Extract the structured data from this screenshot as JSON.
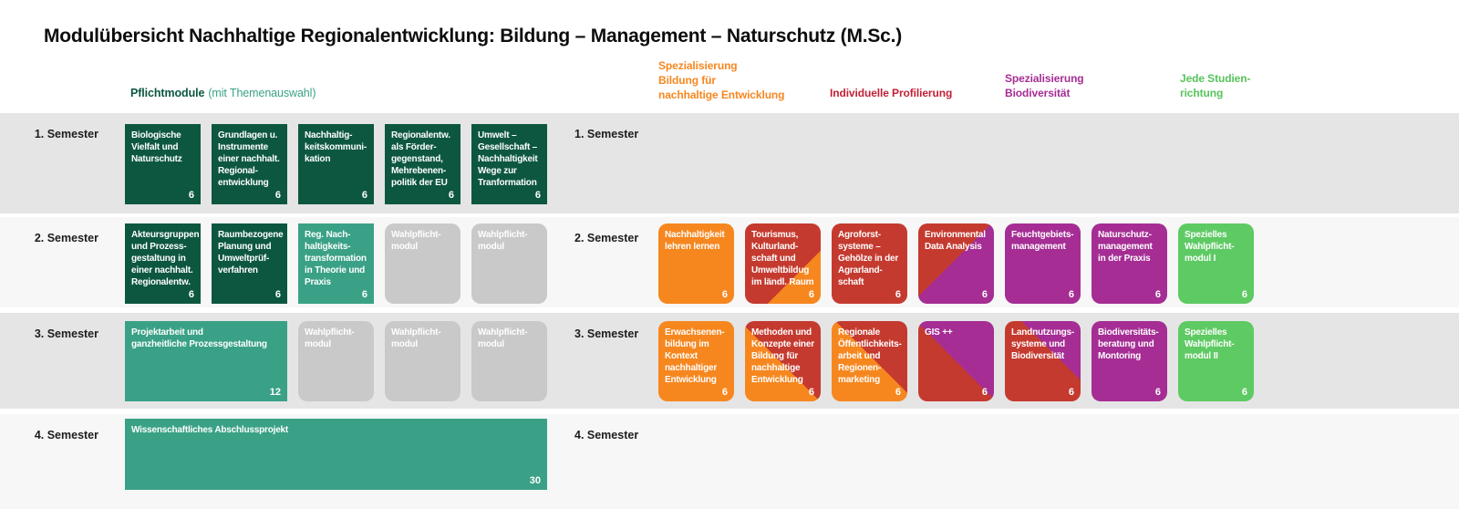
{
  "title": "Modulübersicht Nachhaltige Regionalentwicklung: Bildung – Management – Naturschutz (M.Sc.)",
  "colors": {
    "dark_green": "#0d5741",
    "teal": "#3aa186",
    "gray_module": "#c9c9c9",
    "orange": "#f6871f",
    "red": "#c53a2f",
    "purple": "#a52d94",
    "light_green": "#5eca63",
    "header_crimson": "#c22036",
    "band_gray": "#e5e5e5",
    "band_light": "#f7f7f7"
  },
  "headers": {
    "pflicht": {
      "main": "Pflichtmodule",
      "sub": "(mit Themenauswahl)"
    },
    "bne": {
      "text": "Spezialisierung\nBildung für\nnachhaltige Entwicklung"
    },
    "profil": {
      "text": "Individuelle Profilierung"
    },
    "biodiv": {
      "text": "Spezialisierung\nBiodiversität"
    },
    "jede": {
      "text": "Jede Studien-\nrichtung"
    }
  },
  "semesters": [
    {
      "label": "1. Semester",
      "label_right": "1. Semester",
      "left_modules": [
        {
          "title": "Biologische\nVielfalt und\nNaturschutz",
          "credits": "6",
          "style": "dark_green",
          "span": 1
        },
        {
          "title": "Grundlagen u.\nInstrumente\neiner nachhalt.\nRegional-\nentwicklung",
          "credits": "6",
          "style": "dark_green",
          "span": 1
        },
        {
          "title": "Nachhaltig-\nkeitskommuni-\nkation",
          "credits": "6",
          "style": "dark_green",
          "span": 1
        },
        {
          "title": "Regionalentw.\nals Förder-\ngegenstand,\nMehrebenen-\npolitik der EU",
          "credits": "6",
          "style": "dark_green",
          "span": 1
        },
        {
          "title": "Umwelt –\nGesellschaft –\nNachhaltigkeit\nWege zur\nTranformation",
          "credits": "6",
          "style": "dark_green",
          "span": 1
        }
      ],
      "right_modules": []
    },
    {
      "label": "2. Semester",
      "label_right": "2. Semester",
      "left_modules": [
        {
          "title": "Akteursgruppen\nund Prozess-\ngestaltung in\neiner nachhalt.\nRegionalentw.",
          "credits": "6",
          "style": "dark_green",
          "span": 1
        },
        {
          "title": "Raumbezogene\nPlanung und\nUmweltprüf-\nverfahren",
          "credits": "6",
          "style": "dark_green",
          "span": 1
        },
        {
          "title": "Reg. Nach-\nhaltigkeits-\ntransformation\nin Theorie und\nPraxis",
          "credits": "6",
          "style": "teal",
          "span": 1
        },
        {
          "title": "Wahlpflicht-\nmodul",
          "credits": "",
          "style": "gray",
          "span": 1
        },
        {
          "title": "Wahlpflicht-\nmodul",
          "credits": "",
          "style": "gray",
          "span": 1
        }
      ],
      "right_modules": [
        {
          "title": "Nachhaltigkeit\nlehren lernen",
          "credits": "6",
          "style": "orange",
          "span": 1
        },
        {
          "title": "Tourismus,\nKulturland-\nschaft und\nUmweltbildug\nim ländl. Raum",
          "credits": "6",
          "style": "red_orange_br",
          "span": 1
        },
        {
          "title": "Agroforst-\nsysteme –\nGehölze in der\nAgrarland-\nschaft",
          "credits": "6",
          "style": "red",
          "span": 1
        },
        {
          "title": "Environmental\nData Analysis",
          "credits": "6",
          "style": "red_purple",
          "span": 1
        },
        {
          "title": "Feuchtgebiets-\nmanagement",
          "credits": "6",
          "style": "purple",
          "span": 1
        },
        {
          "title": "Naturschutz-\nmanagement\nin der Praxis",
          "credits": "6",
          "style": "purple",
          "span": 1
        },
        {
          "title": "Spezielles\nWahlpflicht-\nmodul I",
          "credits": "6",
          "style": "light_green",
          "span": 1
        }
      ]
    },
    {
      "label": "3. Semester",
      "label_right": "3. Semester",
      "left_modules": [
        {
          "title": "Projektarbeit und\nganzheitliche Prozessgestaltung",
          "credits": "12",
          "style": "teal",
          "span": 2
        },
        {
          "title": "Wahlpflicht-\nmodul",
          "credits": "",
          "style": "gray",
          "span": 1
        },
        {
          "title": "Wahlpflicht-\nmodul",
          "credits": "",
          "style": "gray",
          "span": 1
        },
        {
          "title": "Wahlpflicht-\nmodul",
          "credits": "",
          "style": "gray",
          "span": 1
        }
      ],
      "right_modules": [
        {
          "title": "Erwachsenen-\nbildung im\nKontext\nnachhaltiger\nEntwicklung",
          "credits": "6",
          "style": "orange",
          "span": 1
        },
        {
          "title": "Methoden und\nKonzepte einer\nBildung für\nnachhaltige\nEntwicklung",
          "credits": "6",
          "style": "orange_red_bl",
          "span": 1
        },
        {
          "title": "Regionale\nÖffentlichkeits-\narbeit und\nRegionen-\nmarketing",
          "credits": "6",
          "style": "red_orange_bl",
          "span": 1
        },
        {
          "title": "GIS ++",
          "credits": "6",
          "style": "purple_red",
          "span": 1
        },
        {
          "title": "Landnutzungs-\nsysteme und\nBiodiversität",
          "credits": "6",
          "style": "purple_red_lg",
          "span": 1
        },
        {
          "title": "Biodiversitäts-\nberatung und\nMontoring",
          "credits": "6",
          "style": "purple",
          "span": 1
        },
        {
          "title": "Spezielles\nWahlpflicht-\nmodul II",
          "credits": "6",
          "style": "light_green",
          "span": 1
        }
      ]
    },
    {
      "label": "4. Semester",
      "label_right": "4. Semester",
      "left_modules": [
        {
          "title": "Wissenschaftliches Abschlussprojekt",
          "credits": "30",
          "style": "teal",
          "span": 5
        }
      ],
      "right_modules": []
    }
  ]
}
